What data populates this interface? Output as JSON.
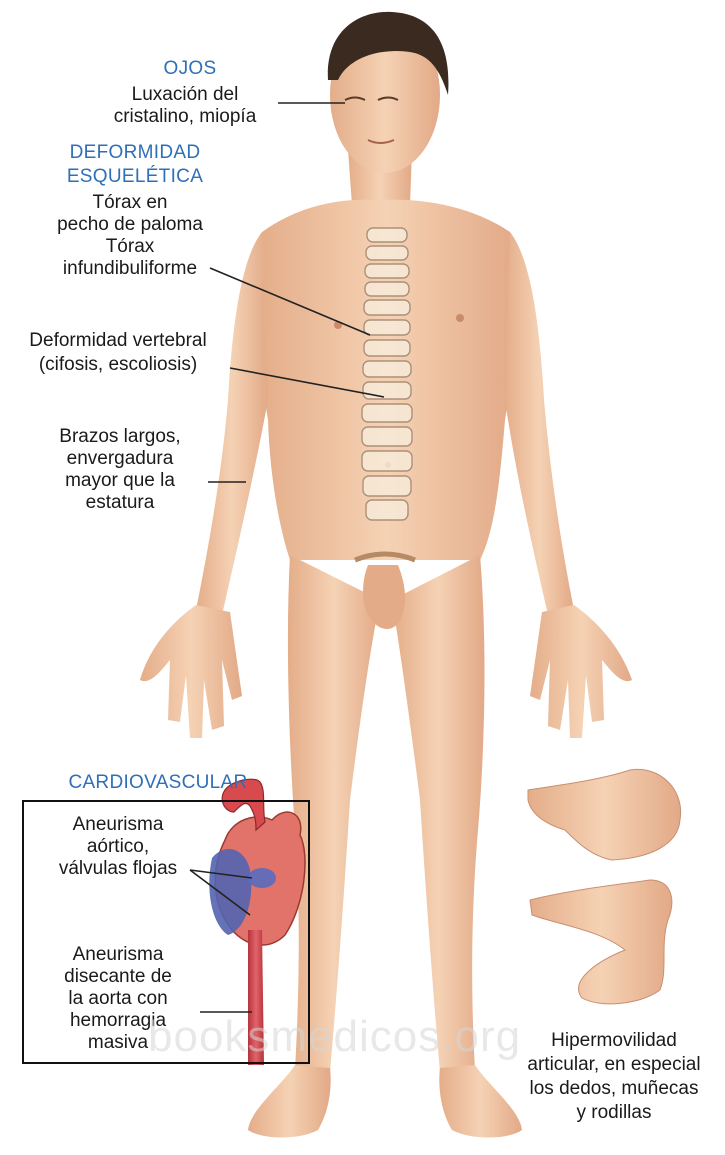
{
  "labels": {
    "ojos": {
      "heading": "OJOS",
      "line1": "Luxación del",
      "line2": "cristalino, miopía"
    },
    "esqueletica": {
      "heading1": "DEFORMIDAD",
      "heading2": "ESQUELÉTICA",
      "line1": "Tórax en",
      "line2": "pecho de paloma",
      "line3": "Tórax",
      "line4": "infundibuliforme"
    },
    "vertebral": {
      "line1": "Deformidad vertebral",
      "line2": "(cifosis, escoliosis)"
    },
    "brazos": {
      "line1": "Brazos largos,",
      "line2": "envergadura",
      "line3": "mayor que la",
      "line4": "estatura"
    },
    "cardiovascular": {
      "heading": "CARDIOVASCULAR",
      "a1": "Aneurisma",
      "a2": "aórtico,",
      "a3": "válvulas flojas",
      "b1": "Aneurisma",
      "b2": "disecante de",
      "b3": "la aorta con",
      "b4": "hemorragia",
      "b5": "masiva"
    },
    "hipermovilidad": {
      "line1": "Hipermovilidad",
      "line2": "articular, en especial",
      "line3": "los dedos, muñecas",
      "line4": "y rodillas"
    }
  },
  "watermark": "booksmedicos.org",
  "colors": {
    "heading": "#2e6fb7",
    "skin": "#f1c7a4",
    "skin_shadow": "#d9a27f",
    "hair": "#3a2a20",
    "artery": "#d9534f",
    "vein": "#4a5aa8"
  }
}
